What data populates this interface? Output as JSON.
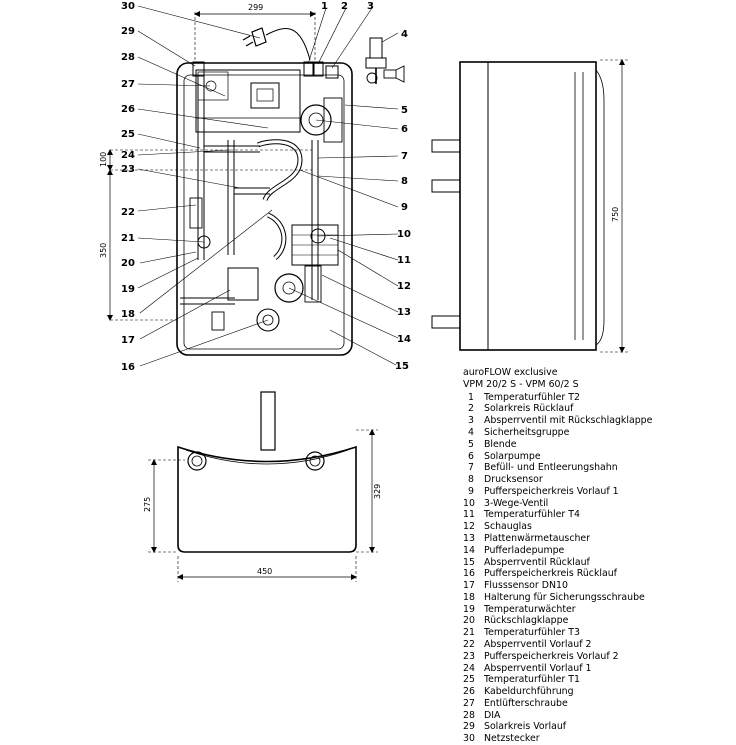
{
  "product": {
    "name": "auroFLOW exclusive",
    "models": "VPM 20/2 S - VPM 60/2 S"
  },
  "dimensions": {
    "width_top": "299",
    "height_100": "100",
    "height_350": "350",
    "height_side": "750",
    "depth_275": "275",
    "depth_329": "329",
    "width_450": "450"
  },
  "callouts": [
    "1",
    "2",
    "3",
    "4",
    "5",
    "6",
    "7",
    "8",
    "9",
    "10",
    "11",
    "12",
    "13",
    "14",
    "15",
    "16",
    "17",
    "18",
    "19",
    "20",
    "21",
    "22",
    "23",
    "24",
    "25",
    "26",
    "27",
    "28",
    "29",
    "30"
  ],
  "legend": [
    {
      "num": "1",
      "label": "Temperaturfühler T2"
    },
    {
      "num": "2",
      "label": "Solarkreis Rücklauf"
    },
    {
      "num": "3",
      "label": "Absperrventil mit Rückschlagklappe"
    },
    {
      "num": "4",
      "label": "Sicherheitsgruppe"
    },
    {
      "num": "5",
      "label": "Blende"
    },
    {
      "num": "6",
      "label": "Solarpumpe"
    },
    {
      "num": "7",
      "label": "Befüll- und Entleerungshahn"
    },
    {
      "num": "8",
      "label": "Drucksensor"
    },
    {
      "num": "9",
      "label": "Pufferspeicherkreis Vorlauf 1"
    },
    {
      "num": "10",
      "label": "3-Wege-Ventil"
    },
    {
      "num": "11",
      "label": "Temperaturfühler T4"
    },
    {
      "num": "12",
      "label": "Schauglas"
    },
    {
      "num": "13",
      "label": "Plattenwärmetauscher"
    },
    {
      "num": "14",
      "label": "Pufferladepumpe"
    },
    {
      "num": "15",
      "label": "Absperrventil Rücklauf"
    },
    {
      "num": "16",
      "label": "Pufferspeicherkreis Rücklauf"
    },
    {
      "num": "17",
      "label": "Flusssensor DN10"
    },
    {
      "num": "18",
      "label": "Halterung für Sicherungsschraube"
    },
    {
      "num": "19",
      "label": "Temperaturwächter"
    },
    {
      "num": "20",
      "label": "Rückschlagklappe"
    },
    {
      "num": "21",
      "label": "Temperaturfühler T3"
    },
    {
      "num": "22",
      "label": "Absperrventil Vorlauf 2"
    },
    {
      "num": "23",
      "label": "Pufferspeicherkreis Vorlauf 2"
    },
    {
      "num": "24",
      "label": "Absperrventil Vorlauf 1"
    },
    {
      "num": "25",
      "label": "Temperaturfühler T1"
    },
    {
      "num": "26",
      "label": "Kabeldurchführung"
    },
    {
      "num": "27",
      "label": "Entlüfterschraube"
    },
    {
      "num": "28",
      "label": "DIA"
    },
    {
      "num": "29",
      "label": "Solarkreis Vorlauf"
    },
    {
      "num": "30",
      "label": "Netzstecker"
    }
  ]
}
